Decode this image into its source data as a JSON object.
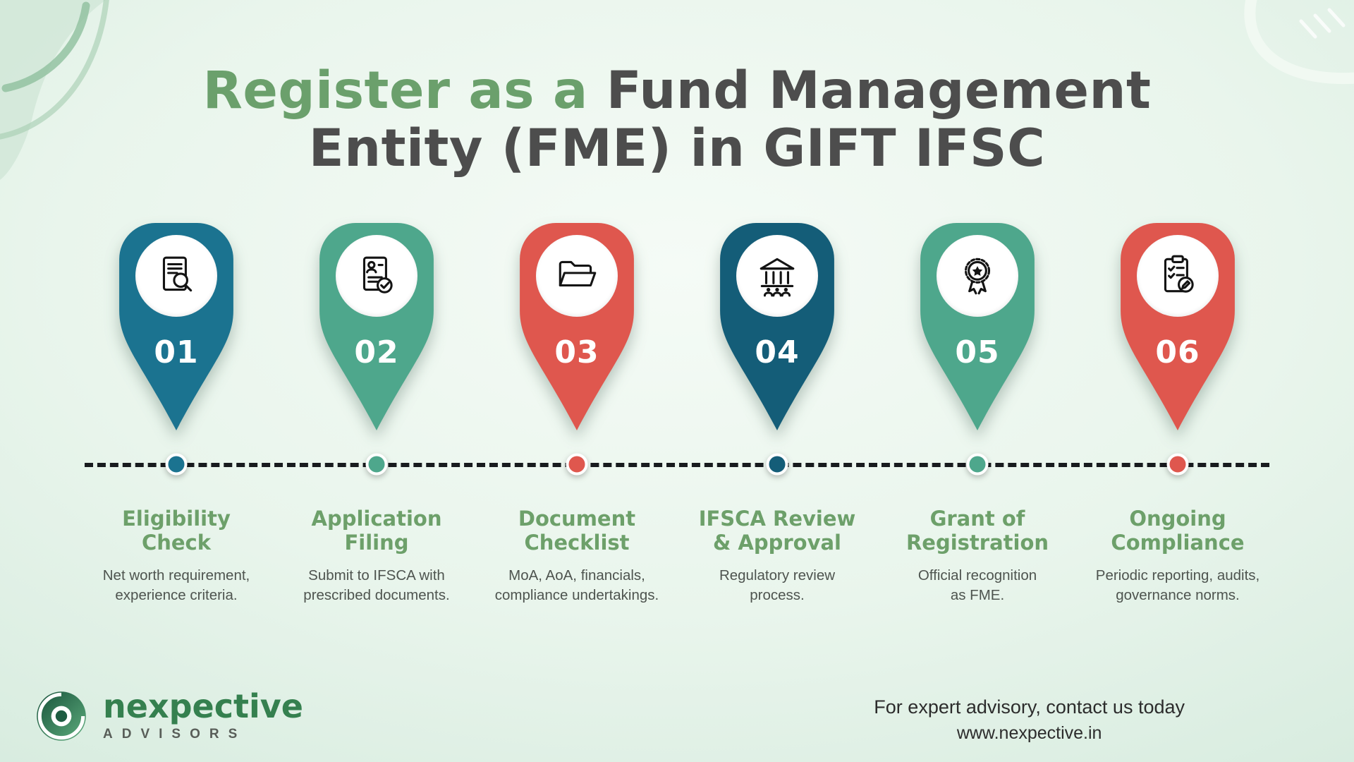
{
  "palette": {
    "title_green": "#6ba06c",
    "title_dark": "#4d4d4d",
    "heading_green": "#6da06a",
    "timeline_line": "#181b1e",
    "background_mint": "#d6ebde"
  },
  "title": {
    "part1_green": "Register as a",
    "part2_dark": " Fund Management",
    "line2": "Entity (FME) in GIFT IFSC"
  },
  "steps": [
    {
      "number": "01",
      "color": "#1b7390",
      "icon": "document-search-icon",
      "heading": "Eligibility\nCheck",
      "description": "Net worth requirement,\nexperience criteria."
    },
    {
      "number": "02",
      "color": "#4ea78c",
      "icon": "application-check-icon",
      "heading": "Application\nFiling",
      "description": "Submit to IFSCA with\nprescribed documents."
    },
    {
      "number": "03",
      "color": "#df574e",
      "icon": "folder-icon",
      "heading": "Document\nChecklist",
      "description": "MoA, AoA, financials,\ncompliance undertakings."
    },
    {
      "number": "04",
      "color": "#145d78",
      "icon": "bank-icon",
      "heading": "IFSCA Review\n& Approval",
      "description": "Regulatory review\nprocess."
    },
    {
      "number": "05",
      "color": "#4ea78c",
      "icon": "award-ribbon-icon",
      "heading": "Grant of\nRegistration",
      "description": "Official recognition\nas FME."
    },
    {
      "number": "06",
      "color": "#df574e",
      "icon": "clipboard-pen-icon",
      "heading": "Ongoing\nCompliance",
      "description": "Periodic reporting, audits,\ngovernance norms."
    }
  ],
  "footer": {
    "brand": "nexpective",
    "brand_tagline": "ADVISORS",
    "cta": "For expert advisory, contact us today",
    "website": "www.nexpective.in"
  }
}
